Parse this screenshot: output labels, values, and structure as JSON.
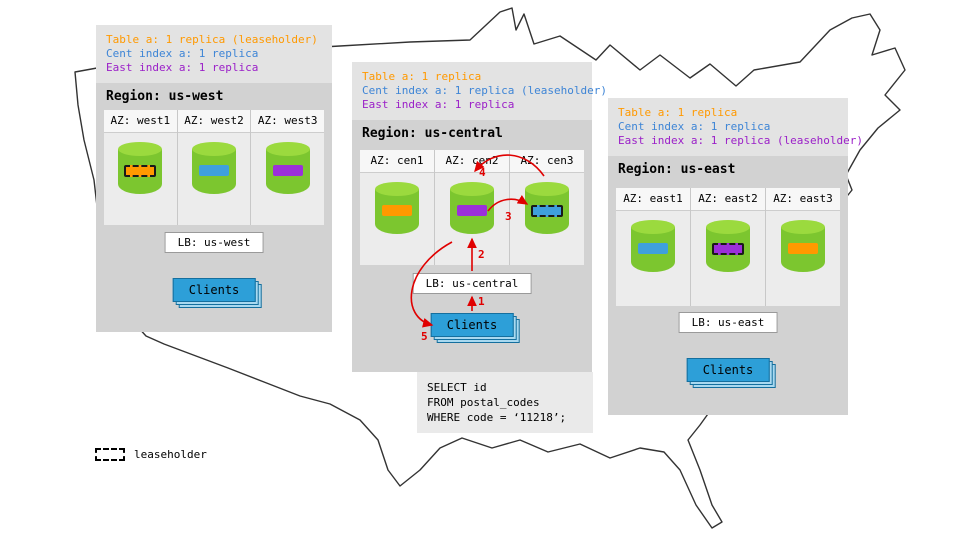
{
  "regions": [
    {
      "title": "Region: us-west",
      "notes": [
        "Table a: 1 replica (leaseholder)",
        "Cent index a: 1 replica",
        "East index a: 1 replica"
      ],
      "azs": [
        {
          "label": "AZ: west1",
          "replica": "table",
          "leaseholder": true
        },
        {
          "label": "AZ: west2",
          "replica": "cent-index",
          "leaseholder": false
        },
        {
          "label": "AZ: west3",
          "replica": "east-index",
          "leaseholder": false
        }
      ],
      "lb": "LB: us-west",
      "clients": "Clients"
    },
    {
      "title": "Region: us-central",
      "notes": [
        "Table a: 1 replica",
        "Cent index a: 1 replica (leaseholder)",
        "East index a: 1 replica"
      ],
      "azs": [
        {
          "label": "AZ: cen1",
          "replica": "table",
          "leaseholder": false
        },
        {
          "label": "AZ: cen2",
          "replica": "east-index",
          "leaseholder": false
        },
        {
          "label": "AZ: cen3",
          "replica": "cent-index",
          "leaseholder": true
        }
      ],
      "lb": "LB: us-central",
      "clients": "Clients"
    },
    {
      "title": "Region: us-east",
      "notes": [
        "Table a: 1 replica",
        "Cent index a: 1 replica",
        "East index a: 1 replica (leaseholder)"
      ],
      "azs": [
        {
          "label": "AZ: east1",
          "replica": "cent-index",
          "leaseholder": false
        },
        {
          "label": "AZ: east2",
          "replica": "east-index",
          "leaseholder": true
        },
        {
          "label": "AZ: east3",
          "replica": "table",
          "leaseholder": false
        }
      ],
      "lb": "LB: us-east",
      "clients": "Clients"
    }
  ],
  "query": {
    "lines": [
      "SELECT id",
      "FROM postal_codes",
      "WHERE code = ‘11218’;"
    ]
  },
  "arrows": {
    "steps": [
      "1",
      "2",
      "3",
      "4",
      "5"
    ]
  },
  "legend": {
    "label": "leaseholder"
  },
  "colors": {
    "table_replica": "#FF9900",
    "cent_index_replica": "#3FA0DC",
    "east_index_replica": "#9B30D9",
    "arrow": "#E00000",
    "cylinder": "#7CC62F",
    "clients_box": "#2D9FD8"
  }
}
